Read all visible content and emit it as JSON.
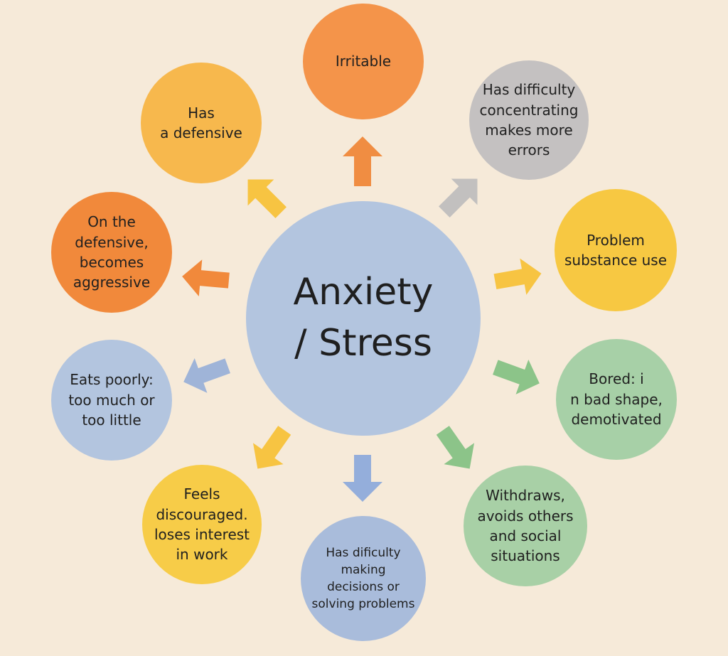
{
  "center": {
    "label": "Anxiety\n/ Stress"
  },
  "nodes": {
    "irritable": "Irritable",
    "defensive": "Has\na defensive",
    "concentrating": "Has difficulty\nconcentrating\nmakes more\nerrors",
    "aggressive": "On the\ndefensive,\nbecomes\naggressive",
    "substance": "Problem\nsubstance use",
    "eats": "Eats poorly:\ntoo much or\ntoo little",
    "bored": "Bored: i\nn bad shape,\ndemotivated",
    "feels": "Feels\ndiscouraged.\nloses interest\nin work",
    "withdraws": "Withdraws,\navoids others\nand social\nsituations",
    "decisions": "Has dificulty\nmaking\ndecisions or\nsolving problems"
  },
  "colors": {
    "background": "#f6ead9",
    "center": "#b3c5df",
    "orange": "#f4944a",
    "dark_orange": "#f1893b",
    "yellow": "#f7c842",
    "gray": "#c4c1c1",
    "blue": "#a9bcdb",
    "green": "#a7d0a7"
  }
}
